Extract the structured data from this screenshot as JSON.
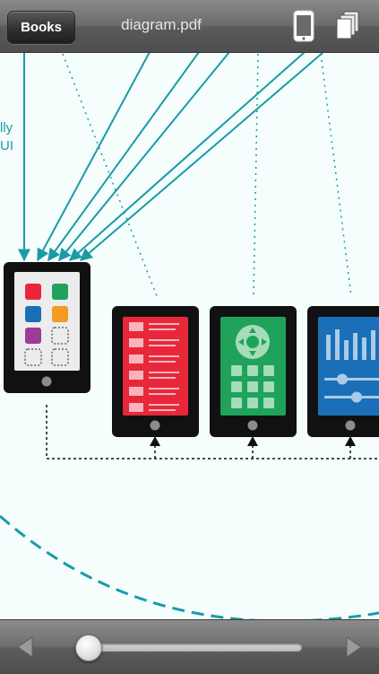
{
  "toolbar": {
    "back_button_label": "Books",
    "document_title": "diagram.pdf",
    "icons": [
      "single-page-icon",
      "page-thumbnails-icon"
    ]
  },
  "page": {
    "side_text_line1": "lly",
    "side_text_line2": "UI"
  },
  "reader": {
    "page_slider_position": 0.05
  },
  "colors": {
    "accent_teal": "#1a9ba5",
    "screen_red": "#e8283a",
    "screen_green": "#1fa35a",
    "screen_blue": "#1a6fb8",
    "tile_red": "#e8283a",
    "tile_green": "#1fa35a",
    "tile_blue": "#1a6fb8",
    "tile_orange": "#f59a23",
    "tile_purple": "#9b3c97"
  },
  "bottom_bar": {
    "icons": [
      "previous-arrow-icon",
      "next-arrow-icon"
    ]
  }
}
